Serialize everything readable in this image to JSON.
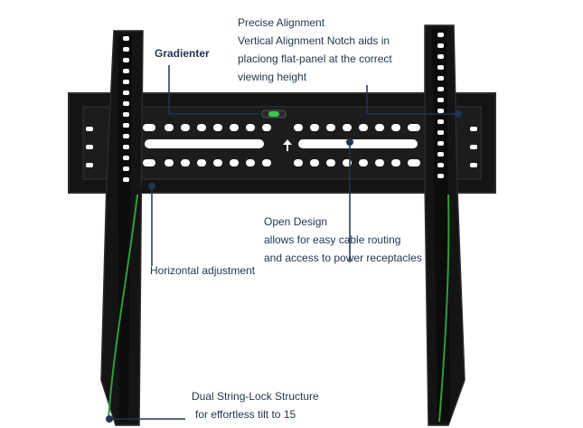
{
  "colors": {
    "mount": "#141414",
    "mount_edge": "#2b2b2b",
    "hole": "#ffffff",
    "leader": "#1f3550",
    "level_bubble": "#39c94a",
    "string": "#2e9e3a",
    "text": "#1f3550"
  },
  "callouts": {
    "gradienter": {
      "title": "Gradienter"
    },
    "precise_alignment": {
      "title": "Precise Alignment",
      "line1": "Vertical Alignment Notch aids in",
      "line2": "placiong flat-panel at the correct",
      "line3": "viewing height"
    },
    "open_design": {
      "title": "Open Design",
      "line1": "allows for easy cable routing",
      "line2": "and access to power receptacles"
    },
    "horizontal_adjustment": {
      "title": "Horizontal adjustment"
    },
    "dual_string_lock": {
      "title": "Dual String-Lock Structure",
      "line1": "for effortless tilt to 15"
    }
  }
}
